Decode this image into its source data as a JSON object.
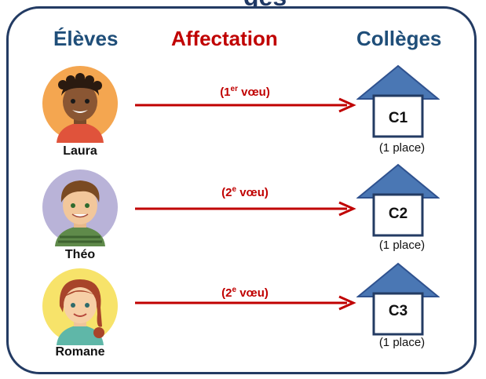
{
  "title_fragment": "ges",
  "headers": {
    "students": "Élèves",
    "assignment": "Affectation",
    "schools": "Collèges"
  },
  "rows": [
    {
      "student": "Laura",
      "wish_prefix": "(1",
      "wish_sup": "er",
      "wish_suffix": " vœu)",
      "school": "C1",
      "capacity": "(1 place)",
      "avatar": "girl-dark-skin-short-hair-avatar",
      "avatar_bg": "#f4a650"
    },
    {
      "student": "Théo",
      "wish_prefix": "(2",
      "wish_sup": "e",
      "wish_suffix": " vœu)",
      "school": "C2",
      "capacity": "(1 place)",
      "avatar": "boy-brown-hair-avatar",
      "avatar_bg": "#b9b3d8"
    },
    {
      "student": "Romane",
      "wish_prefix": "(2",
      "wish_sup": "e",
      "wish_suffix": " vœu)",
      "school": "C3",
      "capacity": "(1 place)",
      "avatar": "girl-red-hair-avatar",
      "avatar_bg": "#f7e36a"
    }
  ],
  "colors": {
    "frame": "#233b63",
    "arrow": "#c00000",
    "house_roof": "#4a77b4",
    "header_blue": "#1f4e79",
    "header_red": "#c00000"
  }
}
